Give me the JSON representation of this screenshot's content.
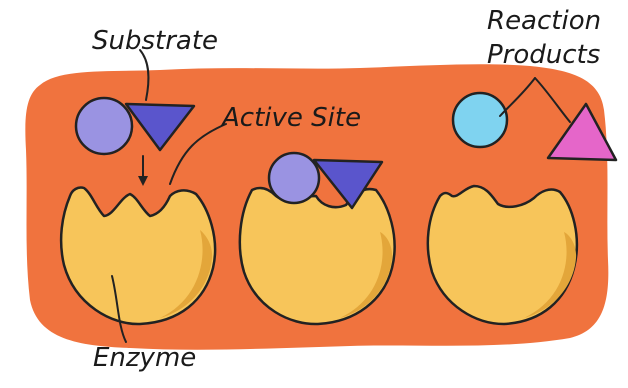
{
  "labels": {
    "substrate": "Substrate",
    "active_site": "Active Site",
    "reaction_line1": "Reaction",
    "reaction_line2": "Products",
    "enzyme": "Enzyme"
  },
  "colors": {
    "background_blob": "#F0733E",
    "enzyme_fill": "#F7C55A",
    "enzyme_shadow": "#E3A63A",
    "substrate_circle": "#9A93E2",
    "substrate_triangle": "#5A55CC",
    "product_circle": "#7FD3F0",
    "product_triangle": "#E566C9",
    "outline": "#222222"
  }
}
